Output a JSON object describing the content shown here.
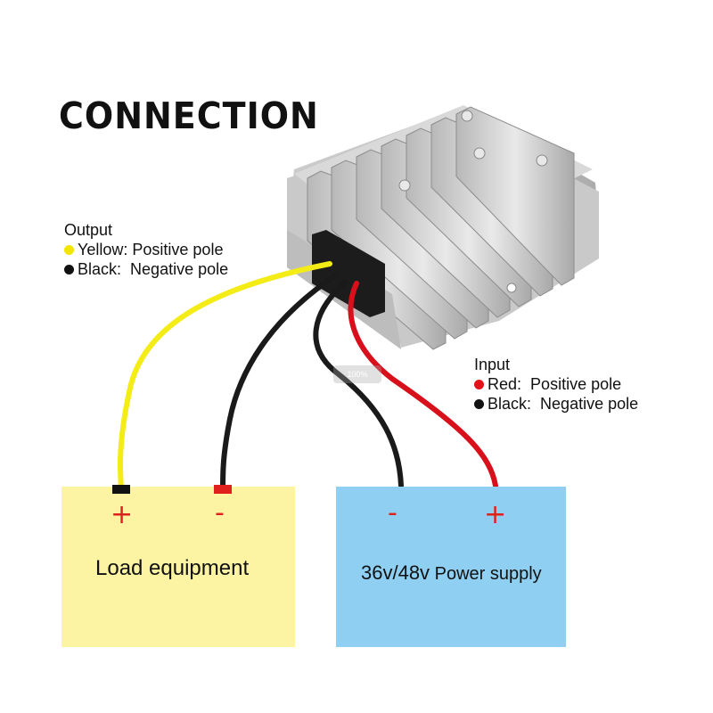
{
  "title": "CONNECTION",
  "output": {
    "heading": "Output",
    "items": [
      {
        "color_name": "Yellow:",
        "desc": "Positive pole",
        "dot": "#f2e600"
      },
      {
        "color_name": "Black:",
        "desc": "Negative pole",
        "dot": "#111111"
      }
    ]
  },
  "input": {
    "heading": "Input",
    "items": [
      {
        "color_name": "Red:",
        "desc": "Positive pole",
        "dot": "#e3101a"
      },
      {
        "color_name": "Black:",
        "desc": "Negative pole",
        "dot": "#111111"
      }
    ]
  },
  "load_box": {
    "plus": "+",
    "minus": "-",
    "label": "Load equipment",
    "color": "#fdf4a3"
  },
  "power_box": {
    "minus": "-",
    "plus": "+",
    "voltage": "36v/48v",
    "label": "Power supply",
    "color": "#8fd0f2"
  },
  "watermark": "100%",
  "wire_colors": {
    "yellow": "#f4ec16",
    "black": "#1a1a1a",
    "red": "#d8101c"
  }
}
